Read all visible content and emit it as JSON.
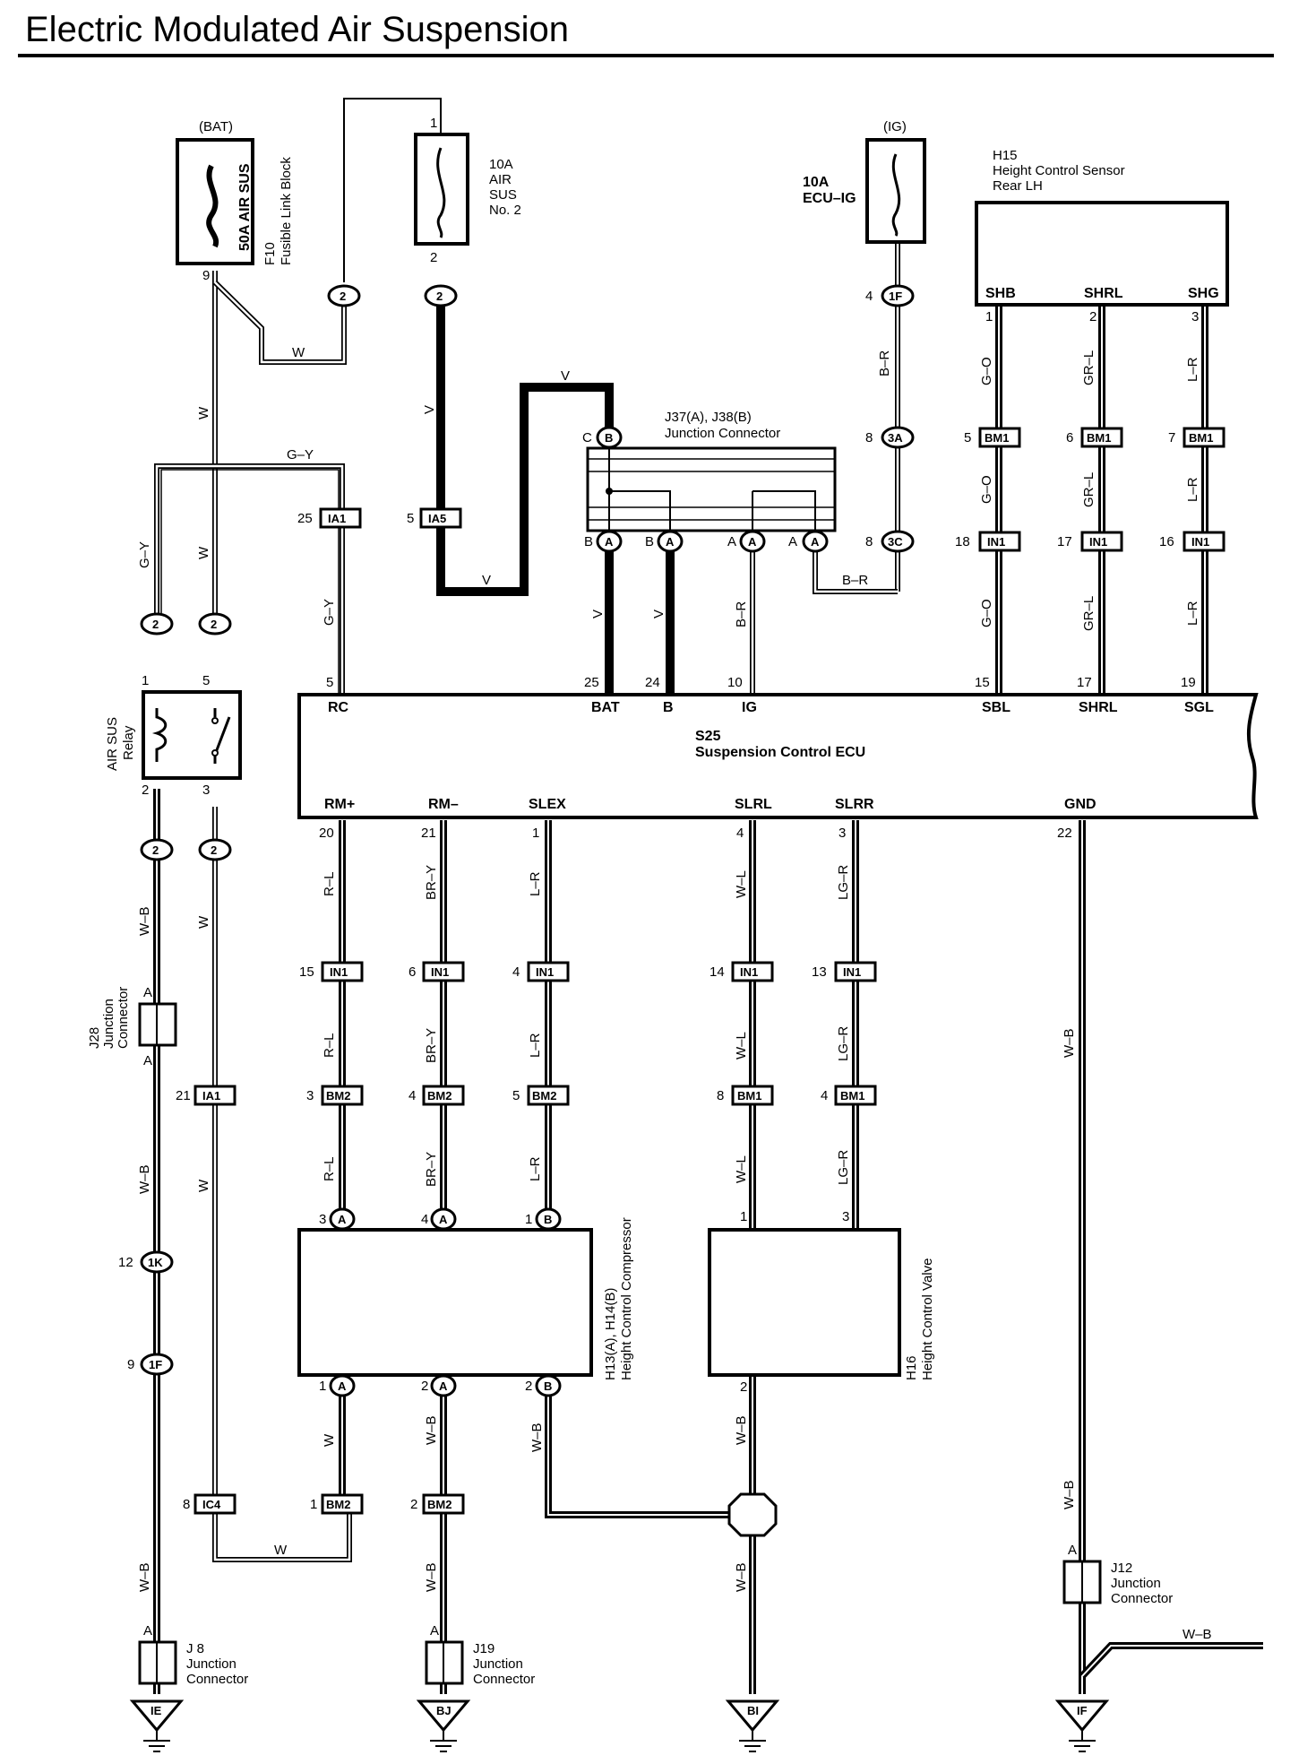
{
  "title": "Electric Modulated Air Suspension",
  "power": {
    "bat": "(BAT)",
    "ig": "(IG)",
    "fusible_link": {
      "rating": "50A AIR SUS",
      "code": "F10",
      "name": "Fusible Link Block"
    },
    "fuse_air_sus2": {
      "rating": "10A",
      "l1": "AIR",
      "l2": "SUS",
      "l3": "No. 2"
    },
    "fuse_ecu_ig": {
      "rating": "10A",
      "name": "ECU–IG"
    }
  },
  "junction_connector_j37": {
    "code": "J37(A), J38(B)",
    "name": "Junction Connector"
  },
  "relay": {
    "name": "AIR SUS",
    "sub": "Relay"
  },
  "ecu": {
    "code": "S25",
    "name": "Suspension Control ECU",
    "top_pins": [
      {
        "name": "RC",
        "num": "5"
      },
      {
        "name": "BAT",
        "num": "25"
      },
      {
        "name": "B",
        "num": "24"
      },
      {
        "name": "IG",
        "num": "10"
      },
      {
        "name": "SBL",
        "num": "15"
      },
      {
        "name": "SHRL",
        "num": "17"
      },
      {
        "name": "SGL",
        "num": "19"
      }
    ],
    "bottom_pins": [
      {
        "name": "RM+",
        "num": "20"
      },
      {
        "name": "RM–",
        "num": "21"
      },
      {
        "name": "SLEX",
        "num": "1"
      },
      {
        "name": "SLRL",
        "num": "4"
      },
      {
        "name": "SLRR",
        "num": "3"
      },
      {
        "name": "GND",
        "num": "22"
      }
    ]
  },
  "sensor": {
    "code": "H15",
    "name": "Height Control Sensor",
    "sub": "Rear LH",
    "pins": [
      {
        "name": "SHB",
        "num": "1"
      },
      {
        "name": "SHRL",
        "num": "2"
      },
      {
        "name": "SHG",
        "num": "3"
      }
    ]
  },
  "compressor": {
    "code": "H13(A), H14(B)",
    "name": "Height Control Compressor"
  },
  "valve": {
    "code": "H16",
    "name": "Height Control Valve"
  },
  "junctions": [
    {
      "id": "J28",
      "code": "J28",
      "name": "Junction",
      "name2": "Connector"
    },
    {
      "id": "J8",
      "code": "J 8",
      "name": "Junction",
      "name2": "Connector"
    },
    {
      "id": "J19",
      "code": "J19",
      "name": "Junction",
      "name2": "Connector"
    },
    {
      "id": "J12",
      "code": "J12",
      "name": "Junction",
      "name2": "Connector"
    }
  ],
  "grounds": [
    "IE",
    "BJ",
    "BI",
    "IF"
  ],
  "wire_colors": [
    "W",
    "V",
    "G–Y",
    "B–R",
    "G–O",
    "GR–L",
    "L–R",
    "W–B",
    "R–L",
    "BR–Y",
    "W–L",
    "LG–R"
  ]
}
